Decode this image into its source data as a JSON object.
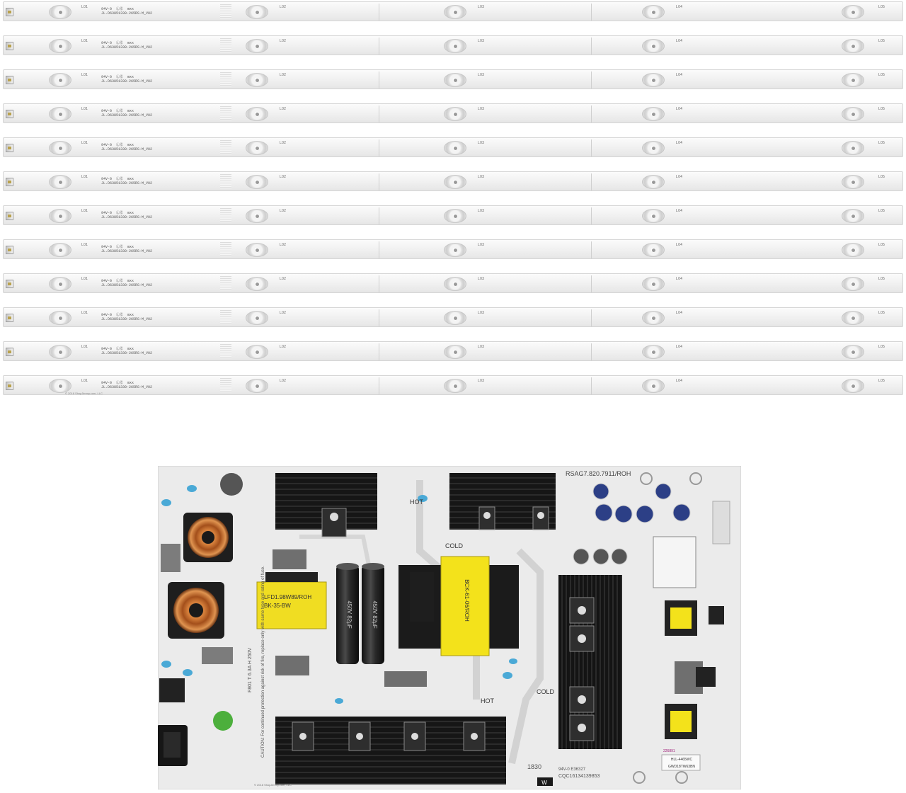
{
  "image": {
    "description_items": [
      "led-backlight-strips",
      "tv-power-supply-board"
    ]
  },
  "strips": {
    "count": 12,
    "led_labels": [
      "L01",
      "L02",
      "L03",
      "L04",
      "L05"
    ],
    "marking_line1": "94V-0  ⓁⒺ  mxx",
    "marking_line2": "JL.D63851330-265RS-M_V02",
    "footer_text": "© 2018 ShopJimmy.com, LLC"
  },
  "board": {
    "model": "RSAG7.820.7911/ROH",
    "hot_label_1": "HOT",
    "hot_label_2": "HOT",
    "cold_label_1": "COLD",
    "cold_label_2": "COLD",
    "transformer_small": [
      "LFD1.98W89/ROH",
      "BK-35-BW"
    ],
    "transformer_large": "BCK-61-06/ROH",
    "capacitor_text": "450V 82µF",
    "caution_text": "CAUTION: For continued protection against risk of fire, replace only with same type and rating of fuse.",
    "fuse_text": "F801 T 6.3A H 250V",
    "serial_sticker": "HLL-4465WC",
    "serial_number": "GWD18TW63BN",
    "date_code": "1830",
    "cert_text_1": "94V-0  E36327",
    "cert_text_2": "CQC16134139853",
    "id_sticker": "226891",
    "copyright": "© 2018 ShopJimmy.com, LLC",
    "arrow_letter": "W"
  },
  "colors": {
    "pcb": "#e9e9e9",
    "heatsink": "#111111",
    "transformer_yellow": "#f4e21c",
    "copper": "#b8632a",
    "capacitor_blue": "#2c3f86",
    "teal_cap": "#4aa9d6",
    "green_varistor": "#4caf3c"
  }
}
